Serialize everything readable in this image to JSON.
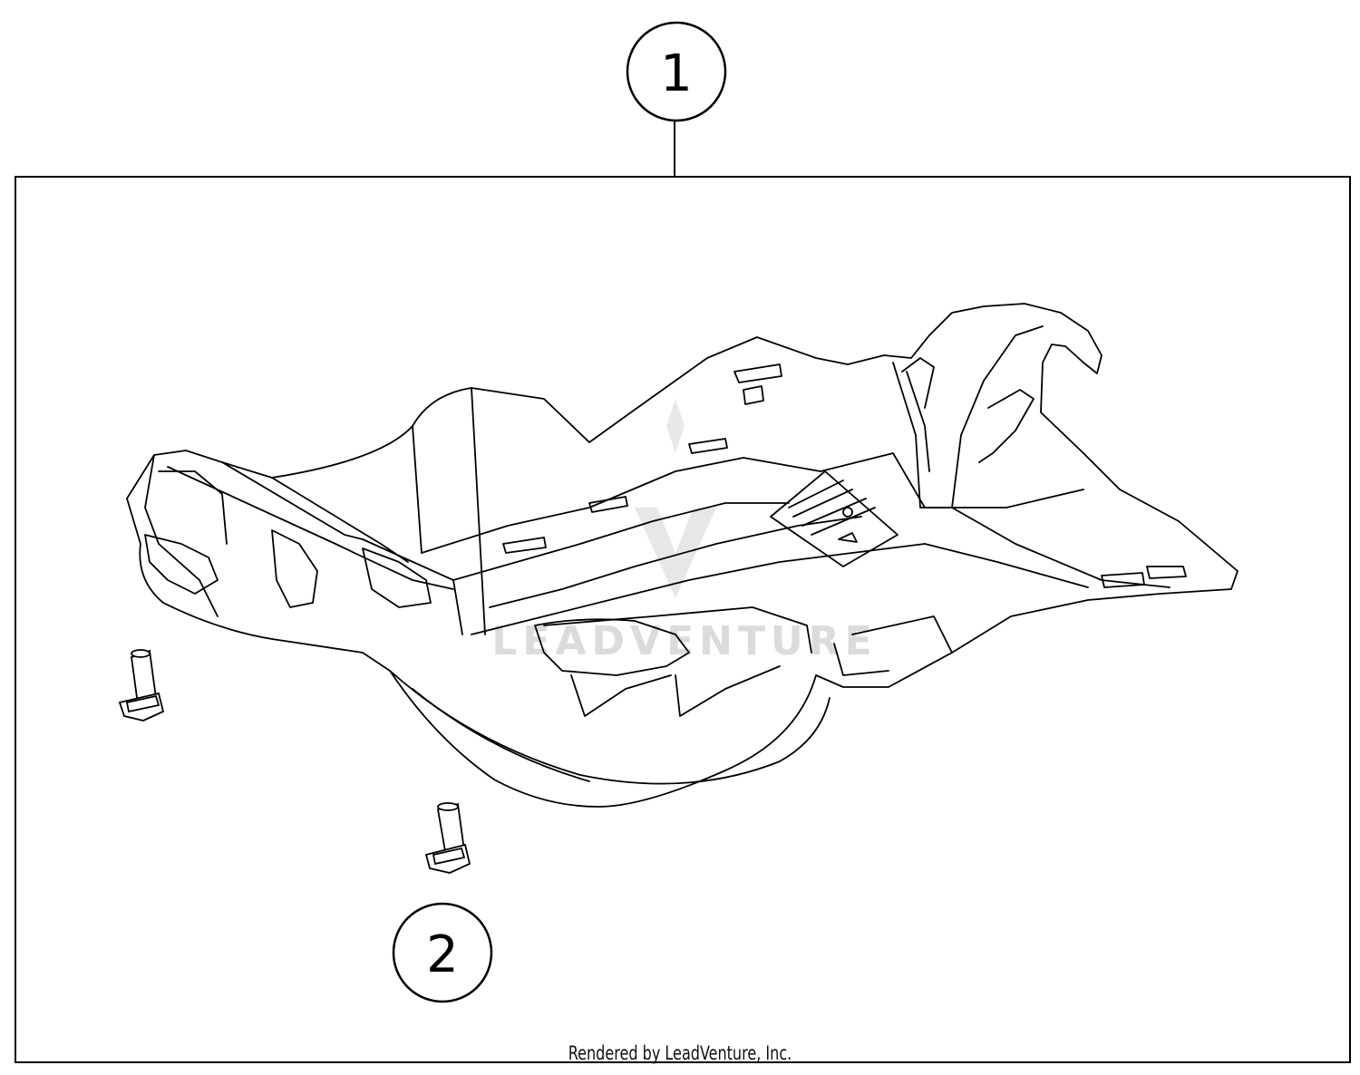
{
  "callouts": [
    {
      "number": "1"
    },
    {
      "number": "2"
    }
  ],
  "parts": [
    {
      "ref": "1",
      "icon": "skid-plate"
    },
    {
      "ref": "2",
      "icon": "flange-bolt"
    }
  ],
  "watermark": {
    "text": "LEADVENTURE"
  },
  "footer": {
    "text": "Rendered by LeadVenture, Inc."
  },
  "colors": {
    "line": "#000000",
    "background": "#ffffff",
    "watermark": "#d8d8d8"
  }
}
